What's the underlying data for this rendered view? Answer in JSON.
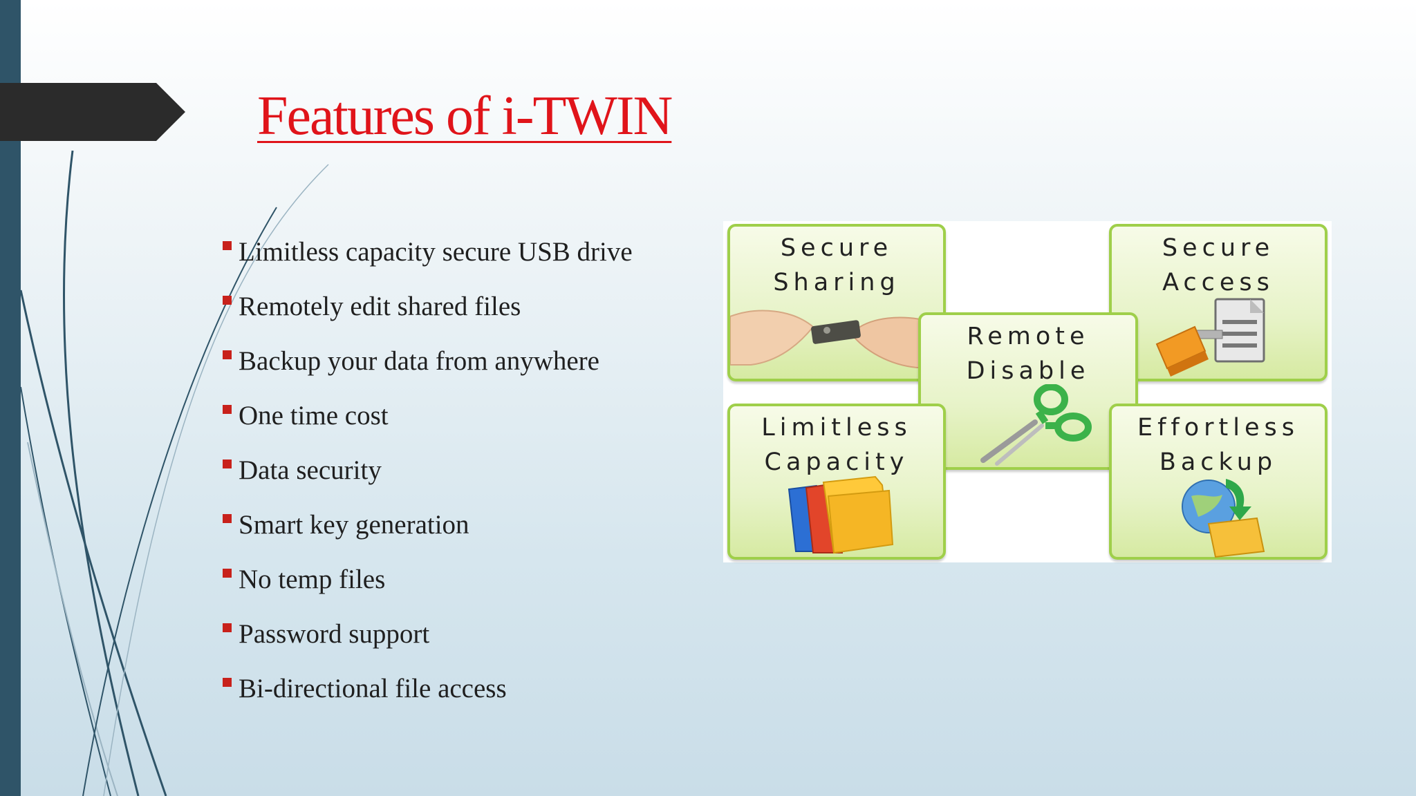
{
  "slide": {
    "title": "Features of i-TWIN",
    "features": [
      "Limitless capacity secure USB drive",
      "Remotely edit shared files",
      "Backup your data from anywhere",
      "One time cost",
      "Data security",
      "Smart key generation",
      "No temp files",
      "Password support",
      "Bi-directional file access"
    ]
  },
  "diagram": {
    "tiles": [
      {
        "label": "Secure\nSharing",
        "icon": "hands-usb-icon"
      },
      {
        "label": "Secure\nAccess",
        "icon": "lock-document-icon"
      },
      {
        "label": "Remote\nDisable",
        "icon": "scissors-icon"
      },
      {
        "label": "Limitless\nCapacity",
        "icon": "folders-icon"
      },
      {
        "label": "Effortless\nBackup",
        "icon": "globe-folder-icon"
      }
    ]
  },
  "colors": {
    "title": "#e0141a",
    "bullet": "#c8211b",
    "side_bar": "#2f5468",
    "title_tab": "#2b2b2b",
    "tile_border": "#9fcf4a"
  }
}
